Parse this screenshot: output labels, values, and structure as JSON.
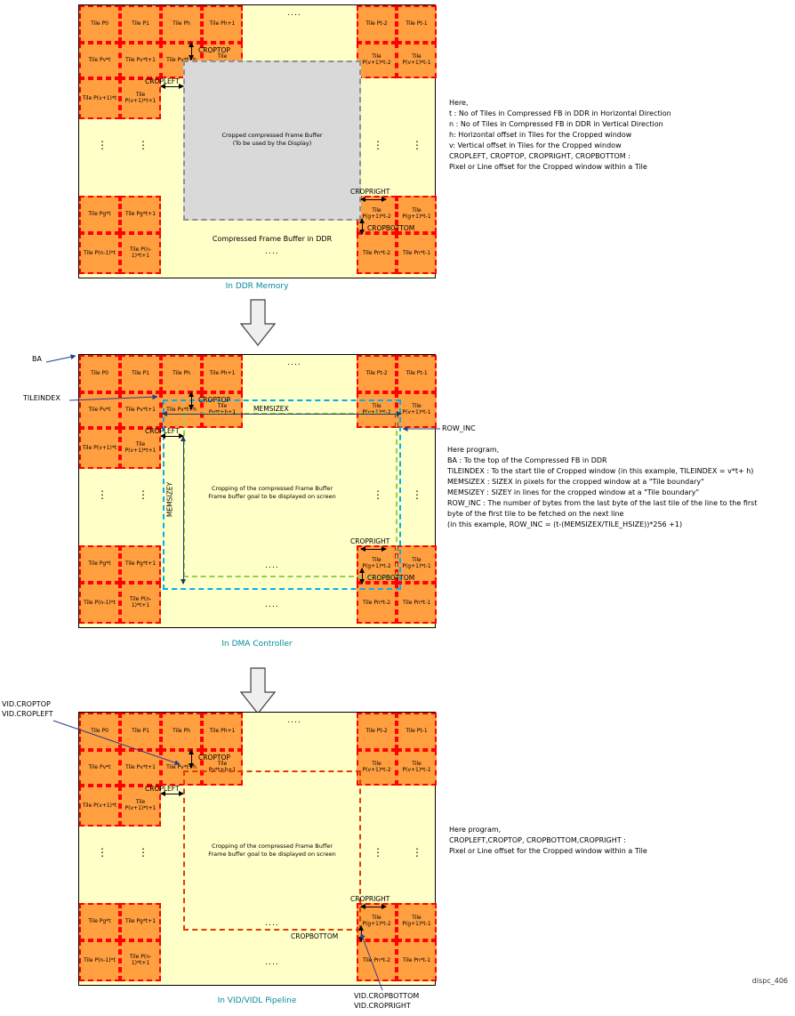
{
  "page": {
    "footer_id": "dispc_406"
  },
  "colors": {
    "tile_fill": "#ff9f40",
    "tile_border": "#ff0000",
    "frame_fill": "#ffffc8",
    "cropped_grey": "#d9d9d9",
    "memsize_cyan": "#00b0f0",
    "rowinc_green": "#92d050",
    "caption_teal": "#008b9a",
    "pointer_blue": "#2b3a8f",
    "crop_dash_red": "#e03c00"
  },
  "shared": {
    "annotations": {
      "croptop": "CROPTOP",
      "cropleft": "CROPLEFT",
      "cropright": "CROPRIGHT",
      "cropbottom": "CROPBOTTOM"
    },
    "ellipsis": "....",
    "vdots": "⋮",
    "tiles": [
      {
        "cls": "s-r1c1",
        "label": "Tile P0"
      },
      {
        "cls": "s-r1c2",
        "label": "Tile P1"
      },
      {
        "cls": "s-r1c3",
        "label": "Tile Ph"
      },
      {
        "cls": "s-r1c4",
        "label": "Tile Ph+1"
      },
      {
        "cls": "s-r1c8",
        "label": "Tile Pt-2"
      },
      {
        "cls": "s-r1c9",
        "label": "Tile Pt-1"
      },
      {
        "cls": "s-r2c1",
        "label": "Tile Pv*t"
      },
      {
        "cls": "s-r2c2",
        "label": "Tile Pv*t+1"
      },
      {
        "cls": "s-r2c3",
        "label": "Tile Pv*t+h"
      },
      {
        "cls": "s-r2c4",
        "label": "Tile Pv*t+h+1"
      },
      {
        "cls": "s-r2c8",
        "label": "Tile P(v+1)*t-2"
      },
      {
        "cls": "s-r2c9",
        "label": "Tile P(v+1)*t-1"
      },
      {
        "cls": "s-r3c1",
        "label": "Tile P(v+1)*t"
      },
      {
        "cls": "s-r3c2",
        "label": "Tile P(v+1)*t+1"
      },
      {
        "cls": "s-r4c1",
        "label": "Tile Pg*t"
      },
      {
        "cls": "s-r4c2",
        "label": "Tile Pg*t+1"
      },
      {
        "cls": "s-r4c8",
        "label": "Tile P(g+1)*t-2"
      },
      {
        "cls": "s-r4c9",
        "label": "Tile P(g+1)*t-1"
      },
      {
        "cls": "s-r5c1",
        "label": "Tile P(n-1)*t"
      },
      {
        "cls": "s-r5c2",
        "label": "Tile P(n-1)*t+1"
      },
      {
        "cls": "s-r5c8",
        "label": "Tile Pn*t-2"
      },
      {
        "cls": "s-r5c9",
        "label": "Tile Pn*t-1"
      }
    ]
  },
  "panels": [
    {
      "caption": "In DDR Memory",
      "crop_text": [
        "Cropped compressed Frame Buffer",
        "(To be used by the Display)"
      ],
      "frame_label": "Compressed Frame Buffer in DDR",
      "notes": [
        "Here,",
        "t : No of Tiles in Compressed FB in DDR in Horizontal Direction",
        "n : No of Tiles in Compressed FB in DDR in Vertical Direction",
        "h: Horizontal offset in Tiles for the Cropped window",
        "v: Vertical offset in Tiles for the Cropped window",
        "CROPLEFT, CROPTOP, CROPRIGHT, CROPBOTTOM :",
        "Pixel or Line offset for the Cropped window within a Tile"
      ]
    },
    {
      "caption": "In DMA Controller",
      "crop_text": [
        "Cropping of the compressed Frame Buffer",
        "Frame buffer goal to be displayed on screen"
      ],
      "pointers": {
        "ba": "BA",
        "tileindex": "TILEINDEX",
        "memsizex": "MEMSIZEX",
        "memsizey": "MEMSIZEY",
        "row_inc": "ROW_INC"
      },
      "notes": [
        "Here program,",
        "BA : To the top of the Compressed FB in DDR",
        "TILEINDEX : To the start tile of Cropped window (in this example, TILEINDEX =  v*t+ h)",
        "MEMSIZEX : SIZEX in pixels for the cropped window at a \"Tile boundary\"",
        "MEMSIZEY : SIZEY in lines for the cropped window at a \"Tile boundary\"",
        "ROW_INC : The number of bytes from the last byte of the last tile of the line to the first",
        "byte of the first tile to be fetched on the next line",
        "(in this example, ROW_INC = (t-(MEMSIZEX/TILE_HSIZE))*256 +1)"
      ]
    },
    {
      "caption": "In VID/VIDL Pipeline",
      "crop_text": [
        "Cropping of the compressed Frame Buffer",
        "Frame buffer goal to be displayed on screen"
      ],
      "pointers": {
        "vid_top": "VID.CROPTOP",
        "vid_left": "VID.CROPLEFT",
        "vid_bottom": "VID.CROPBOTTOM",
        "vid_right": "VID.CROPRIGHT"
      },
      "notes": [
        "Here program,",
        "CROPLEFT,CROPTOP, CROPBOTTOM,CROPRIGHT :",
        "Pixel or Line offset for the Cropped window within a Tile"
      ]
    }
  ]
}
